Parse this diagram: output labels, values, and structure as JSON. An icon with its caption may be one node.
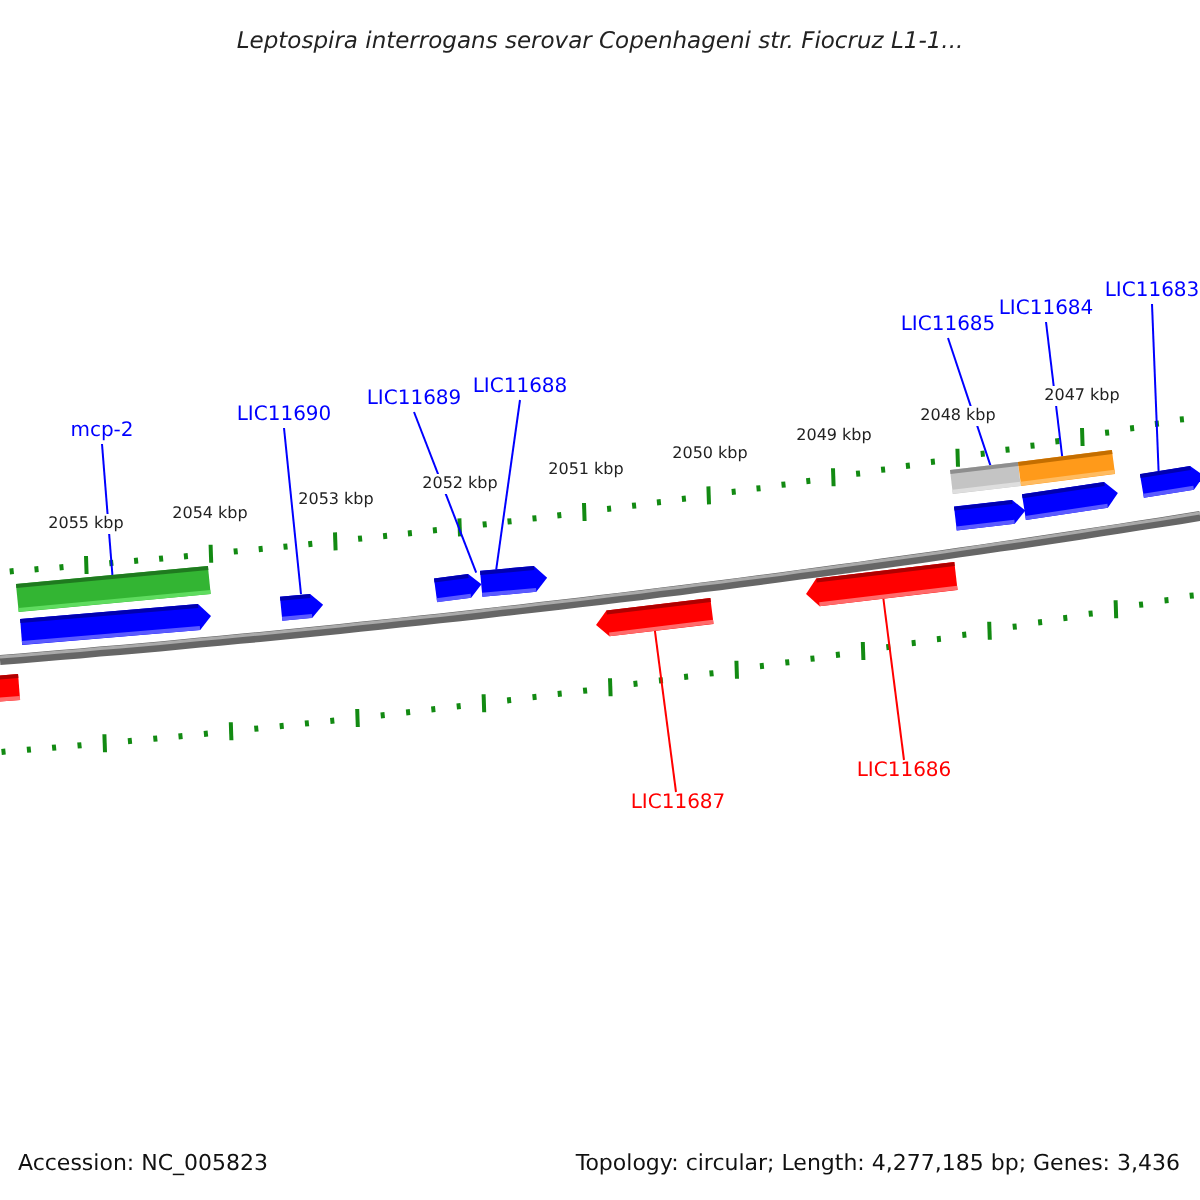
{
  "diagram": {
    "title": "Leptospira interrogans serovar Copenhageni str. Fiocruz L1-1...",
    "nodes": [
      {
        "text": [
          "LIC11683"
        ]
      },
      {
        "text": [
          "LIC11684"
        ]
      },
      {
        "text": [
          "LIC11685"
        ]
      },
      {
        "text": [
          "LIC11688"
        ]
      },
      {
        "text": [
          "LIC11689"
        ]
      },
      {
        "text": [
          "LIC11690"
        ]
      },
      {
        "text": [
          "mcp-2"
        ]
      },
      {
        "text": [
          "LIC11686"
        ]
      },
      {
        "text": [
          "LIC11687"
        ]
      },
      {
        "text": [],
        "shape": "bar"
      },
      {
        "text": [],
        "shape": "bar"
      },
      {
        "text": [],
        "shape": "arrow"
      },
      {
        "text": [],
        "shape": "arrow"
      },
      {
        "text": [],
        "shape": "arrow"
      },
      {
        "text": [],
        "shape": "arrow"
      },
      {
        "text": [],
        "shape": "arrow"
      },
      {
        "text": [],
        "shape": "arrow"
      },
      {
        "text": [],
        "shape": "bar"
      },
      {
        "text": [],
        "shape": "arrow"
      },
      {
        "text": [],
        "shape": "bar"
      },
      {
        "text": [],
        "shape": "arrow"
      },
      {
        "text": [],
        "shape": "arrow"
      }
    ],
    "edges": [
      {
        "from": 0,
        "to": 21,
        "arrow": "none"
      },
      {
        "from": 1,
        "to": 19,
        "arrow": "none"
      },
      {
        "from": 2,
        "to": 17,
        "arrow": "none"
      },
      {
        "from": 3,
        "to": 14,
        "arrow": "none"
      },
      {
        "from": 4,
        "to": 13,
        "arrow": "none"
      },
      {
        "from": 5,
        "to": 12,
        "arrow": "none"
      },
      {
        "from": 6,
        "to": 10,
        "arrow": "none"
      },
      {
        "from": 7,
        "to": 16,
        "arrow": "none",
        "color": "#ff0000"
      },
      {
        "from": 8,
        "to": 15,
        "arrow": "none",
        "color": "#ff0000"
      }
    ],
    "labels": [
      "2047 kbp",
      "2048 kbp",
      "2049 kbp",
      "2050 kbp",
      "2051 kbp",
      "2052 kbp",
      "2053 kbp",
      "2054 kbp",
      "2055 kbp",
      "Accession: NC_005823",
      "Topology: circular; Length: 4,277,185 bp; Genes: 3,436"
    ]
  }
}
